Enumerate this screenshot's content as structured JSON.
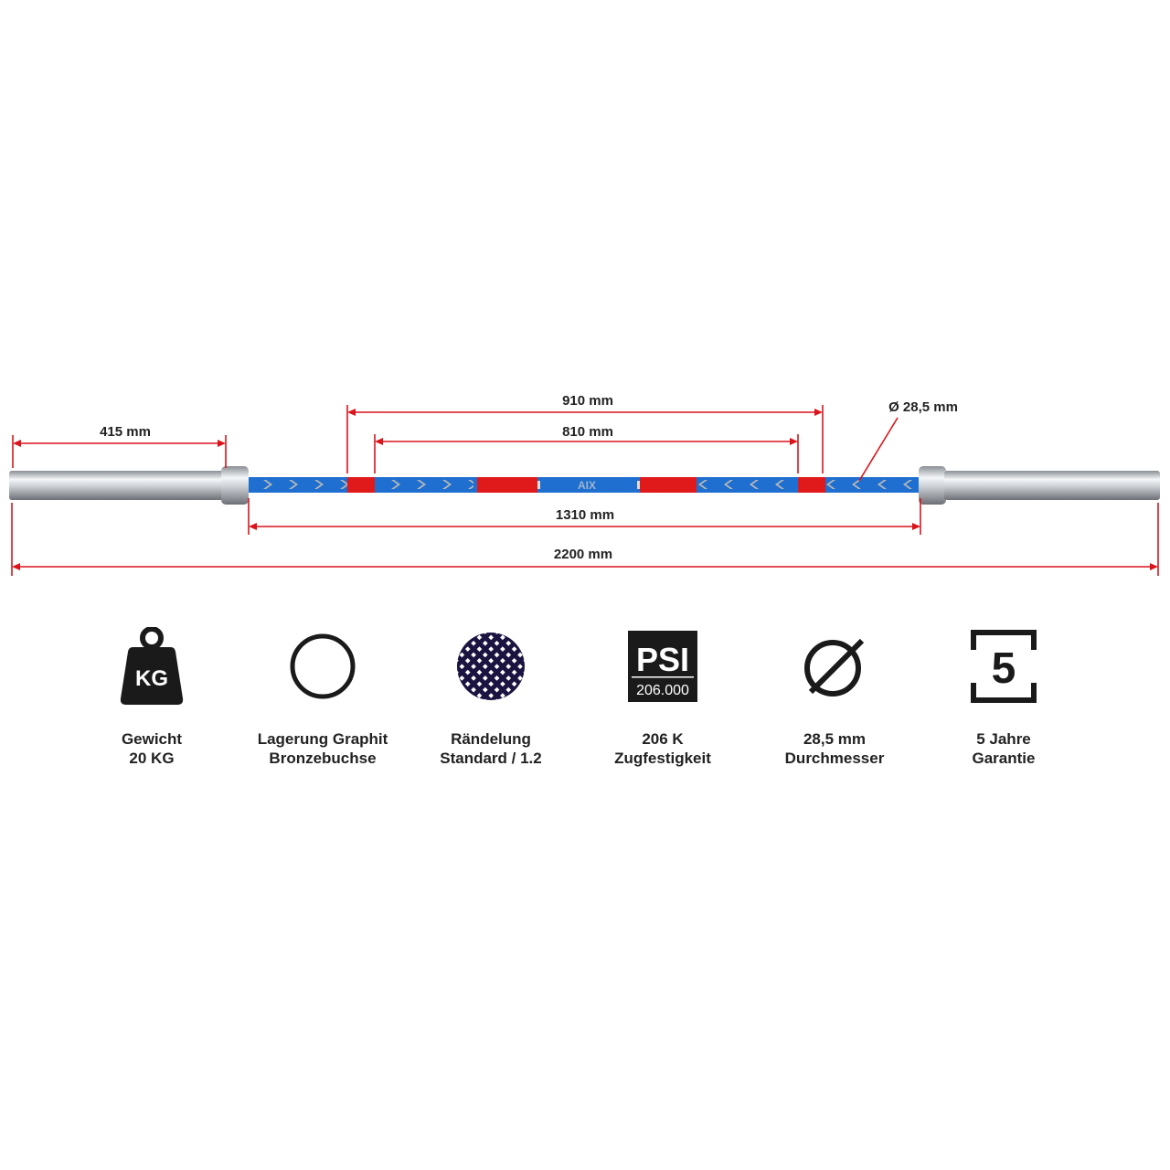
{
  "dimensions": {
    "sleeve_length": "415 mm",
    "outer_knurl": "910 mm",
    "inner_knurl": "810 mm",
    "diameter": "Ø 28,5 mm",
    "shaft_length": "1310 mm",
    "total_length": "2200 mm"
  },
  "bar_logo": "AIX",
  "colors": {
    "dimension_line": "#d9141b",
    "shaft_blue": "#1e6fd0",
    "shaft_red": "#e01a1a",
    "chevron": "#b8b8b8",
    "icon": "#1a1a1a",
    "knurl_icon": "#1b1440"
  },
  "features": [
    {
      "icon": "kettlebell-weight-icon",
      "icon_text": "KG",
      "line1": "Gewicht",
      "line2": "20 KG"
    },
    {
      "icon": "ring-icon",
      "line1": "Lagerung Graphit",
      "line2": "Bronzebuchse"
    },
    {
      "icon": "knurling-icon",
      "line1": "Rändelung",
      "line2": "Standard / 1.2"
    },
    {
      "icon": "psi-icon",
      "icon_text": "PSI",
      "icon_subtext": "206.000",
      "line1": "206 K",
      "line2": "Zugfestigkeit"
    },
    {
      "icon": "diameter-icon",
      "line1": "28,5 mm",
      "line2": "Durchmesser"
    },
    {
      "icon": "warranty-5-icon",
      "icon_text": "5",
      "line1": "5 Jahre",
      "line2": "Garantie"
    }
  ]
}
